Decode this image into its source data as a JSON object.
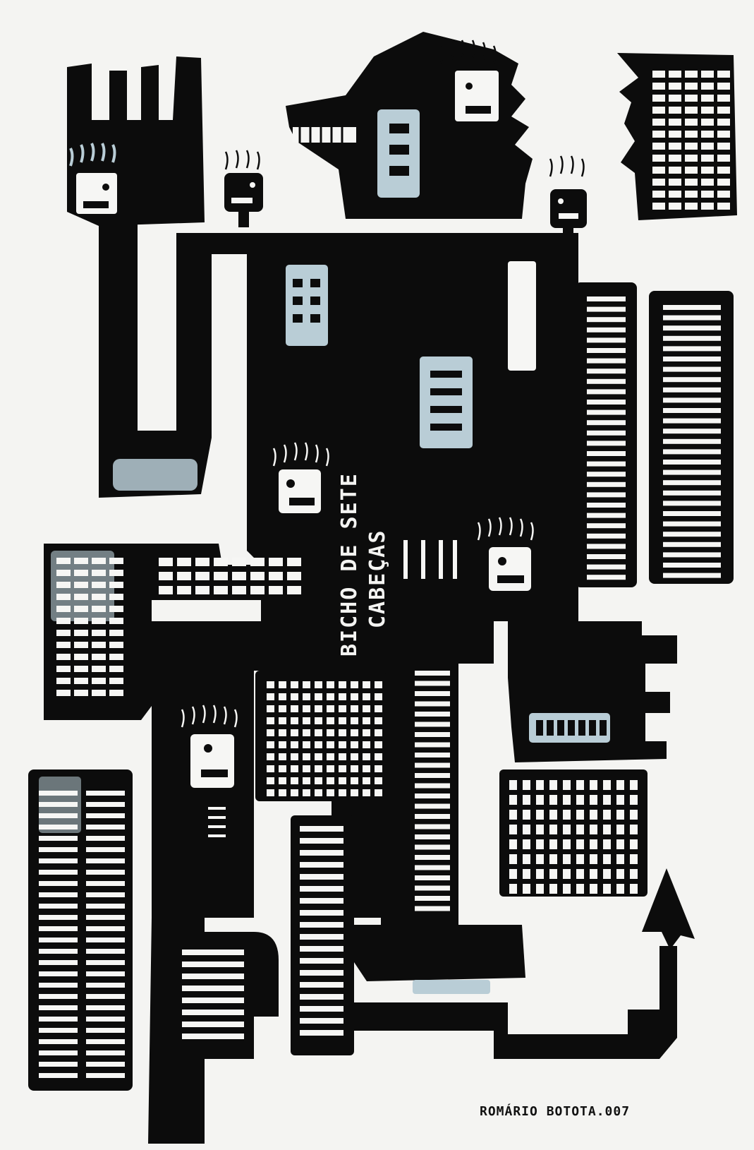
{
  "artwork": {
    "title_line1": "BICHO DE SETE",
    "title_line2": "CABEÇAS",
    "signature": "ROMÁRIO BOTOTA.007"
  },
  "colors": {
    "background": "#f4f4f2",
    "ink": "#0c0c0c",
    "wash": "#b9cdd6",
    "white": "#f6f6f4"
  }
}
